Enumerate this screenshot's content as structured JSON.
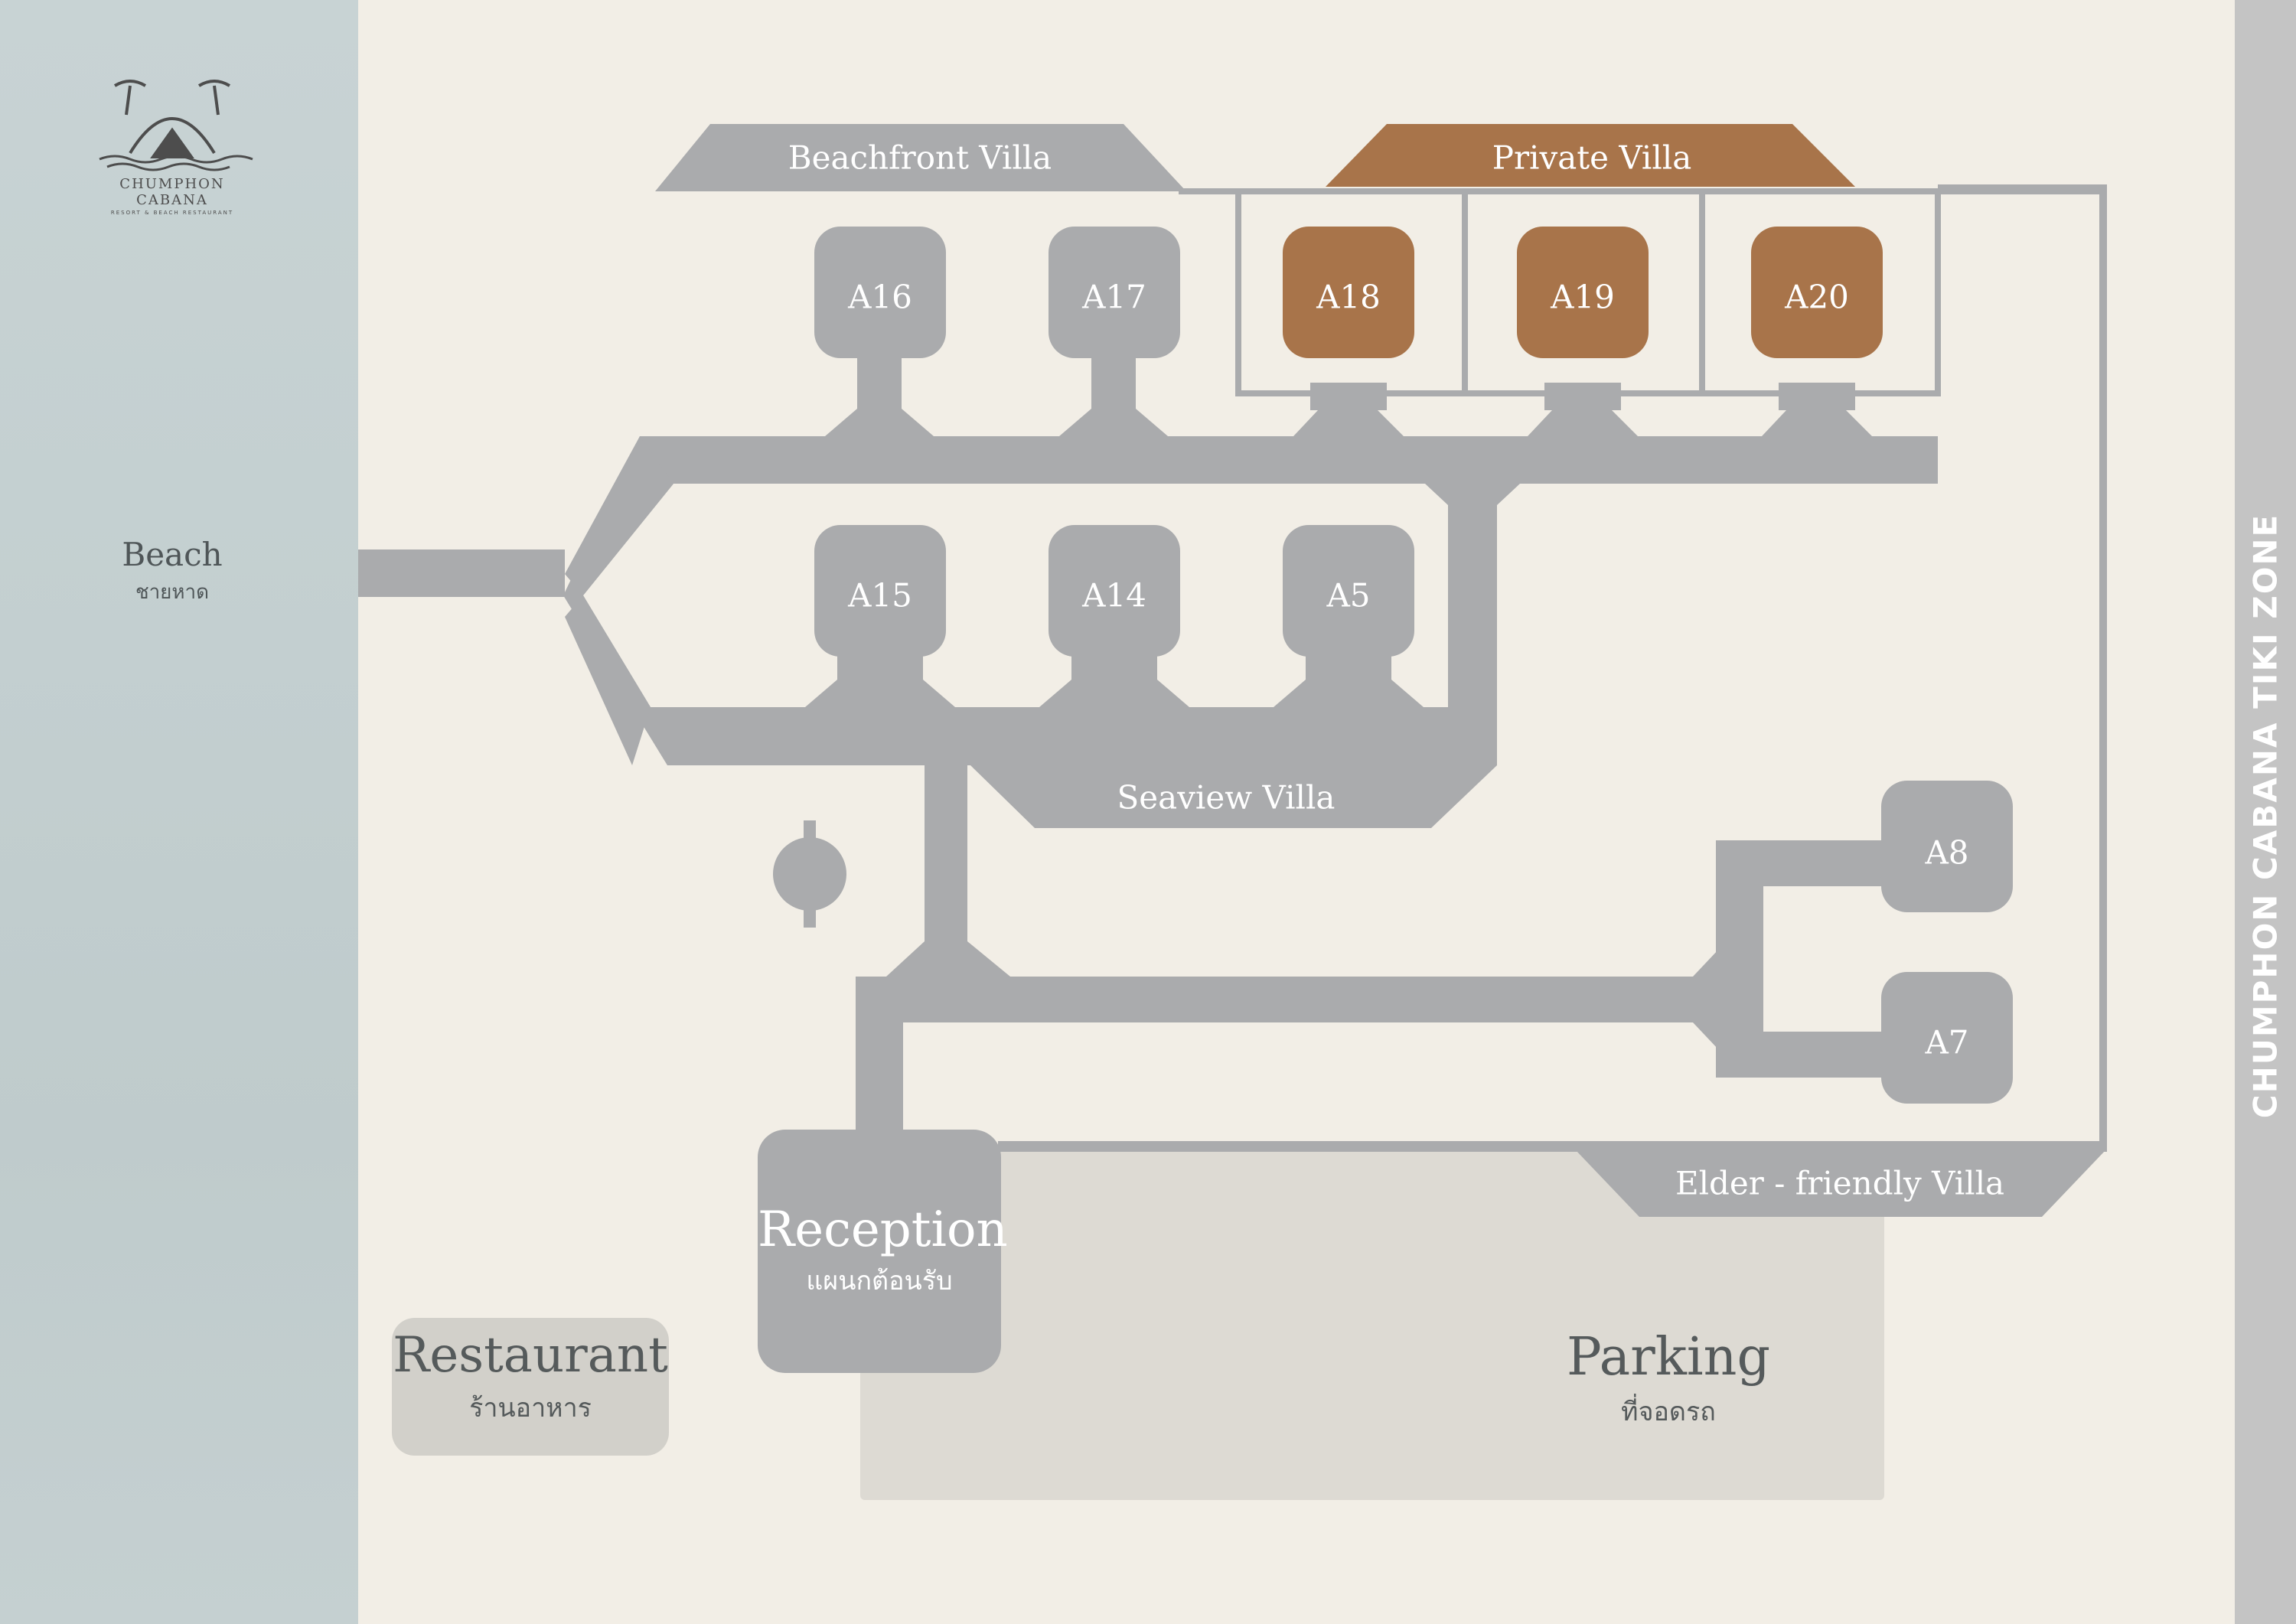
{
  "logo": {
    "name": "CHUMPHON CABANA",
    "subtitle": "RESORT & BEACH RESTAURANT"
  },
  "beach": {
    "label_en": "Beach",
    "label_th": "ชายหาด"
  },
  "side_title": "CHUMPHON CABANA TIKI ZONE",
  "colors": {
    "path": "#aaabad",
    "private": "#a8744a",
    "light_block": "#d2d0ca",
    "parking": "#dddad3",
    "background": "#f2eee6",
    "beach": "#c6d1d2"
  },
  "zones": {
    "beachfront": "Beachfront Villa",
    "private": "Private Villa",
    "seaview": "Seaview Villa",
    "elder": "Elder - friendly Villa"
  },
  "villas": {
    "a16": "A16",
    "a17": "A17",
    "a18": "A18",
    "a19": "A19",
    "a20": "A20",
    "a15": "A15",
    "a14": "A14",
    "a5": "A5",
    "a8": "A8",
    "a7": "A7"
  },
  "reception": {
    "en": "Reception",
    "th": "แผนกต้อนรับ"
  },
  "restaurant": {
    "en": "Restaurant",
    "th": "ร้านอาหาร"
  },
  "parking": {
    "en": "Parking",
    "th": "ที่จอดรถ"
  }
}
